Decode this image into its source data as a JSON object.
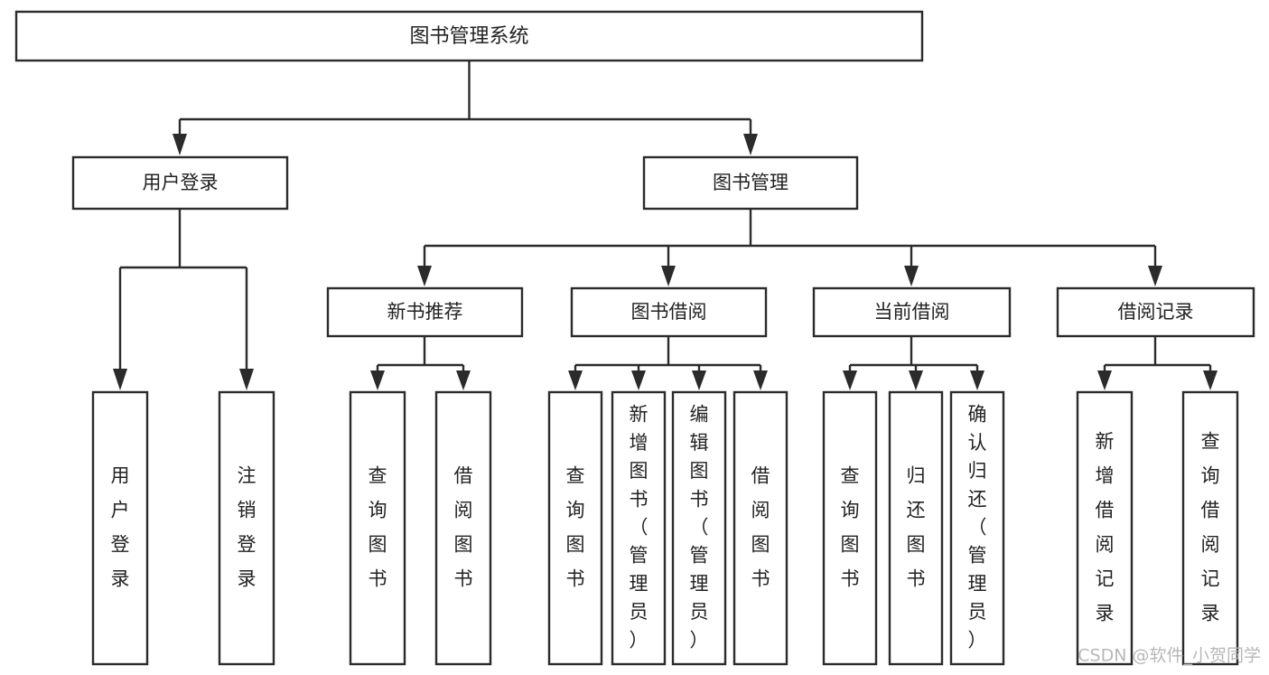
{
  "diagram": {
    "kind": "tree-hierarchy-chart",
    "title": "图书管理系统",
    "colors": {
      "stroke": "#2b2b2b",
      "fill": "#ffffff",
      "text": "#222222",
      "watermark": "#b8b8b8",
      "background": "#ffffff"
    },
    "root": {
      "label": "图书管理系统"
    },
    "level1": [
      {
        "label": "用户登录"
      },
      {
        "label": "图书管理"
      }
    ],
    "level2": [
      {
        "label": "新书推荐"
      },
      {
        "label": "图书借阅"
      },
      {
        "label": "当前借阅"
      },
      {
        "label": "借阅记录"
      }
    ],
    "leaves": {
      "user_login": [
        {
          "label": "用户登录"
        },
        {
          "label": "注销登录"
        }
      ],
      "new_book_recommend": [
        {
          "label": "查询图书"
        },
        {
          "label": "借阅图书"
        }
      ],
      "book_borrow": [
        {
          "label": "查询图书"
        },
        {
          "label": "新增图书（管理员）"
        },
        {
          "label": "编辑图书（管理员）"
        },
        {
          "label": "借阅图书"
        }
      ],
      "current_borrow": [
        {
          "label": "查询图书"
        },
        {
          "label": "归还图书"
        },
        {
          "label": "确认归还（管理员）"
        }
      ],
      "borrow_record": [
        {
          "label": "新增借阅记录"
        },
        {
          "label": "查询借阅记录"
        }
      ]
    }
  },
  "watermark": {
    "text": "CSDN @软件_小贺同学"
  }
}
